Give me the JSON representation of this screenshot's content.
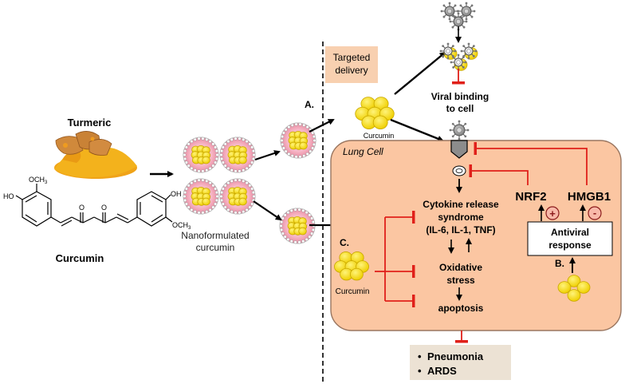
{
  "source": {
    "turmeric_label": "Turmeric",
    "curcumin_label": "Curcumin",
    "och3_top": "OCH",
    "och3_right": "OCH",
    "subscript_3": "3",
    "ho_left": "HO",
    "oh_right": "OH",
    "o_1": "O",
    "o_2": "O"
  },
  "nano": {
    "label_line1": "Nanoformulated",
    "label_line2": "curcumin"
  },
  "delivery": {
    "line1": "Targeted",
    "line2": "delivery"
  },
  "path_a": {
    "marker": "A.",
    "curcumin_label": "Curcumin",
    "viral_line1": "Viral binding",
    "viral_line2": "to cell"
  },
  "cell": {
    "title": "Lung Cell",
    "cytokine_line1": "Cytokine release",
    "cytokine_line2": "syndrome",
    "cytokine_line3": "(IL-6, IL-1, TNF)",
    "oxidative_line1": "Oxidative",
    "oxidative_line2": "stress",
    "apoptosis": "apoptosis",
    "nrf2": "NRF2",
    "hmgb1": "HMGB1",
    "plus_sign": "+",
    "minus_sign": "-",
    "antiviral_line1": "Antiviral",
    "antiviral_line2": "response",
    "marker_b": "B.",
    "marker_c": "C.",
    "curcumin_c_label": "Curcumin"
  },
  "outcomes": {
    "item1": "Pneumonia",
    "item2": "ARDS",
    "bullet": "•"
  },
  "colors": {
    "cell_fill": "#fbc6a2",
    "cell_stroke": "#9a7660",
    "inhibit_red": "#e0201a",
    "particle_yellow": "#f5dd1a",
    "particle_edge": "#c9a800",
    "outcome_box": "#ece2d4",
    "delivery_box": "#f8d0b0",
    "virus_gray": "#9a9a9a",
    "liposome_pink": "#f2a6b8"
  }
}
